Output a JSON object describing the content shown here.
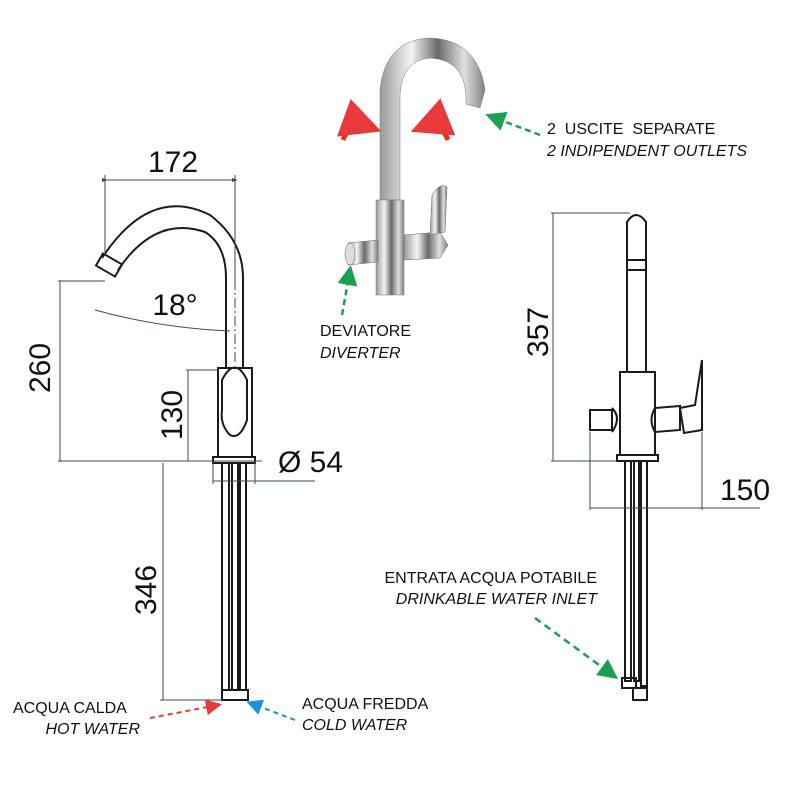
{
  "dimensions": {
    "width_172": "172",
    "height_260": "260",
    "height_130": "130",
    "angle_18": "18°",
    "diameter_54": "Ø 54",
    "height_346": "346",
    "height_357": "357",
    "depth_150": "150"
  },
  "labels": {
    "outlets_it": "2  USCITE  SEPARATE",
    "outlets_en": "2 INDIPENDENT OUTLETS",
    "diverter_it": "DEVIATORE",
    "diverter_en": "DIVERTER",
    "inlet_it": "ENTRATA ACQUA POTABILE",
    "inlet_en": "DRINKABLE WATER INLET",
    "hot_it": "ACQUA CALDA",
    "hot_en": "HOT WATER",
    "cold_it": "ACQUA FREDDA",
    "cold_en": "COLD WATER"
  },
  "colors": {
    "green_arrow": "#1aa050",
    "red_arrow": "#e83a3a",
    "blue_arrow": "#1e90e0",
    "rotation_arrow": "#e53020"
  }
}
